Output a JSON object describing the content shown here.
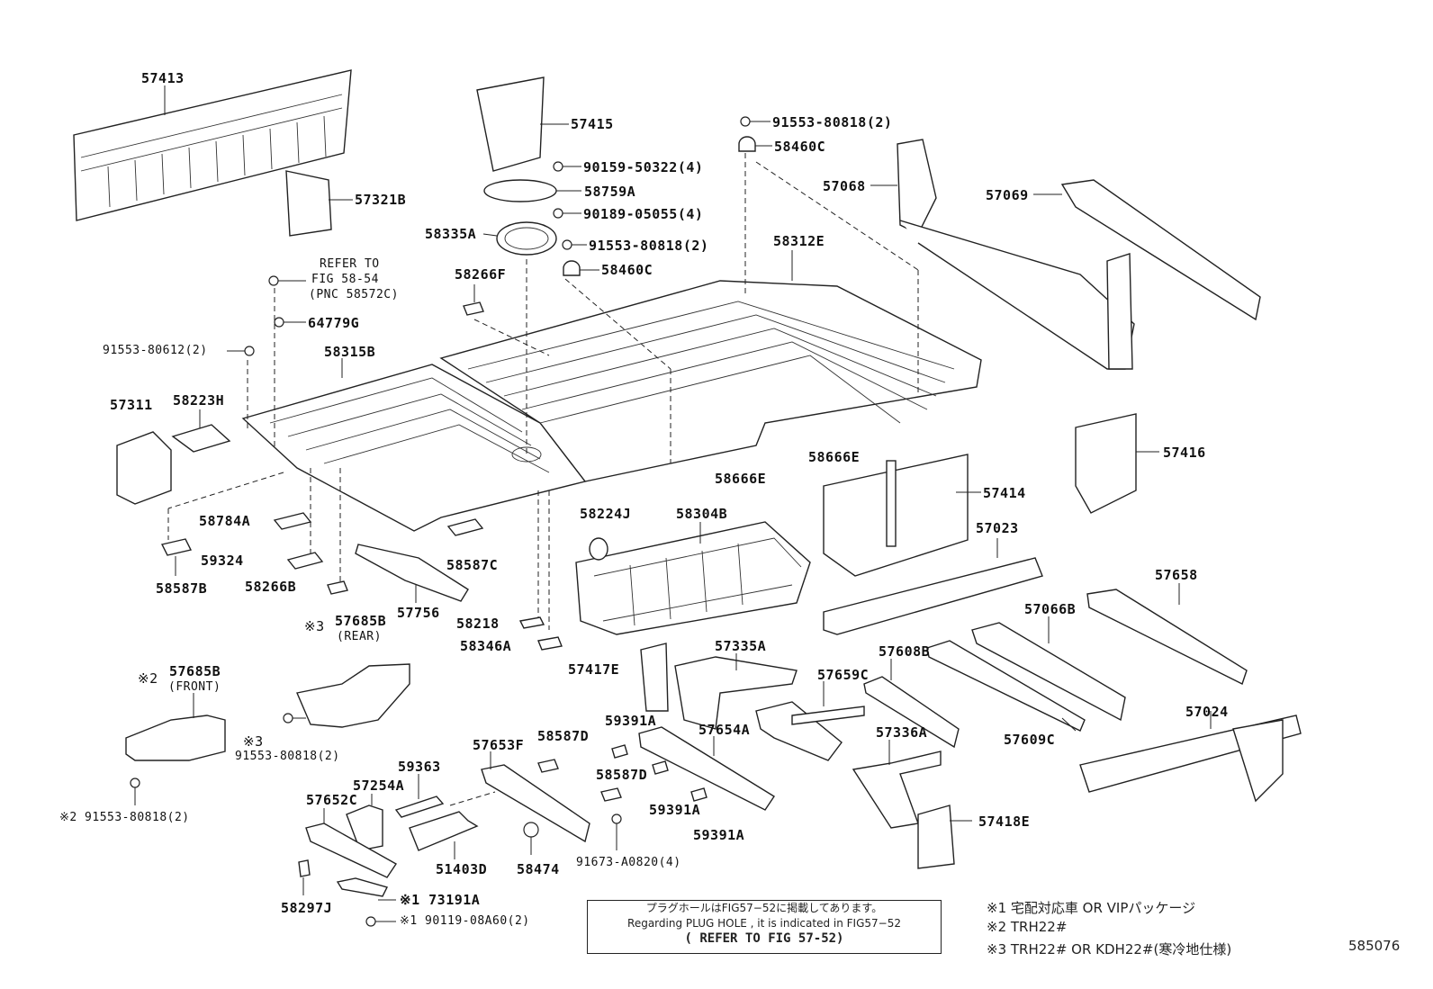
{
  "diagram_id": "585076",
  "labels": {
    "p57413": "57413",
    "p57415": "57415",
    "p57321B": "57321B",
    "p90159": "90159-50322(4)",
    "p58759A": "58759A",
    "p90189": "90189-05055(4)",
    "p58335A": "58335A",
    "p91553a": "91553-80818(2)",
    "p58460C_top": "58460C",
    "p91553_top": "91553-80818(2)",
    "p58460C_mid": "58460C",
    "p57068": "57068",
    "p57069": "57069",
    "p58312E": "58312E",
    "refer_l1": "REFER TO",
    "refer_l2": "FIG 58-54",
    "refer_l3": "(PNC 58572C)",
    "p58266F": "58266F",
    "p64779G": "64779G",
    "p91553_80612": "91553-80612(2)",
    "p58315B": "58315B",
    "p57311": "57311",
    "p58223H": "58223H",
    "p58666E_a": "58666E",
    "p58666E_b": "58666E",
    "p57416": "57416",
    "p57414": "57414",
    "p58224J": "58224J",
    "p58304B": "58304B",
    "p57023": "57023",
    "p58784A": "58784A",
    "p59324": "59324",
    "p58587C": "58587C",
    "p58587B": "58587B",
    "p58266B": "58266B",
    "p57756": "57756",
    "p57658": "57658",
    "p57066B": "57066B",
    "p57685B_rear": "57685B",
    "rear": "(REAR)",
    "x3a": "※3",
    "p58218": "58218",
    "p58346A": "58346A",
    "p57417E": "57417E",
    "p57335A": "57335A",
    "p57659C": "57659C",
    "p57608B": "57608B",
    "p57685B_front": "57685B",
    "front": "(FRONT)",
    "x2a": "※2",
    "x3b": "※3",
    "p91553_x3": "91553-80818(2)",
    "p57024": "57024",
    "p59391A_a": "59391A",
    "p57654A": "57654A",
    "p57336A": "57336A",
    "p57609C": "57609C",
    "p57653F": "57653F",
    "p58587D_a": "58587D",
    "p59363": "59363",
    "p58587D_b": "58587D",
    "p57254A": "57254A",
    "p57652C": "57652C",
    "p59391A_b": "59391A",
    "p59391A_c": "59391A",
    "p57418E": "57418E",
    "p91553_x2": "※2 91553-80818(2)",
    "p51403D": "51403D",
    "p58474": "58474",
    "p91673": "91673-A0820(4)",
    "p58297J": "58297J",
    "p73191A": "※1 73191A",
    "p90119": "※1 90119-08A60(2)"
  },
  "note": {
    "line1": "プラグホールはFIG57−52に掲載してあります。",
    "line2": "Regarding PLUG HOLE , it is indicated in FIG57−52",
    "line3": "( REFER TO FIG 57-52)"
  },
  "legend": {
    "l1": "※1 宅配対応車 OR VIPパッケージ",
    "l2": "※2 TRH22#",
    "l3": "※3 TRH22# OR KDH22#(寒冷地仕様)"
  }
}
